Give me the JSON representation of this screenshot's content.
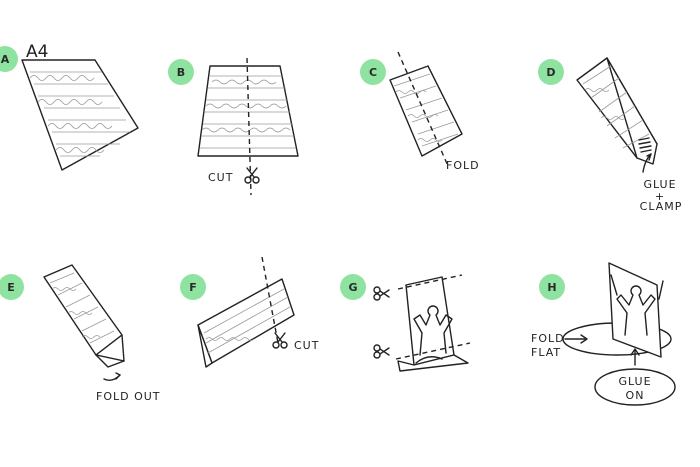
{
  "steps": [
    {
      "id": "a",
      "letter": "A",
      "label": "A4"
    },
    {
      "id": "b",
      "letter": "B",
      "label": "CUT"
    },
    {
      "id": "c",
      "letter": "C",
      "label": "FOLD"
    },
    {
      "id": "d",
      "letter": "D",
      "label_line1": "GLUE",
      "label_line2": "+",
      "label_line3": "CLAMP"
    },
    {
      "id": "e",
      "letter": "E",
      "label": "FOLD OUT"
    },
    {
      "id": "f",
      "letter": "F",
      "label": "CUT"
    },
    {
      "id": "g",
      "letter": "G"
    },
    {
      "id": "h",
      "letter": "H",
      "label_line1": "FOLD",
      "label_line2": "FLAT",
      "label_line3": "GLUE",
      "label_line4": "ON"
    }
  ],
  "colors": {
    "badge": "#8fe3a0",
    "ink": "#222222",
    "pattern": "#9a9a9a"
  },
  "icons": {
    "scissors": "scissors-icon",
    "arrow": "arrow-icon"
  }
}
